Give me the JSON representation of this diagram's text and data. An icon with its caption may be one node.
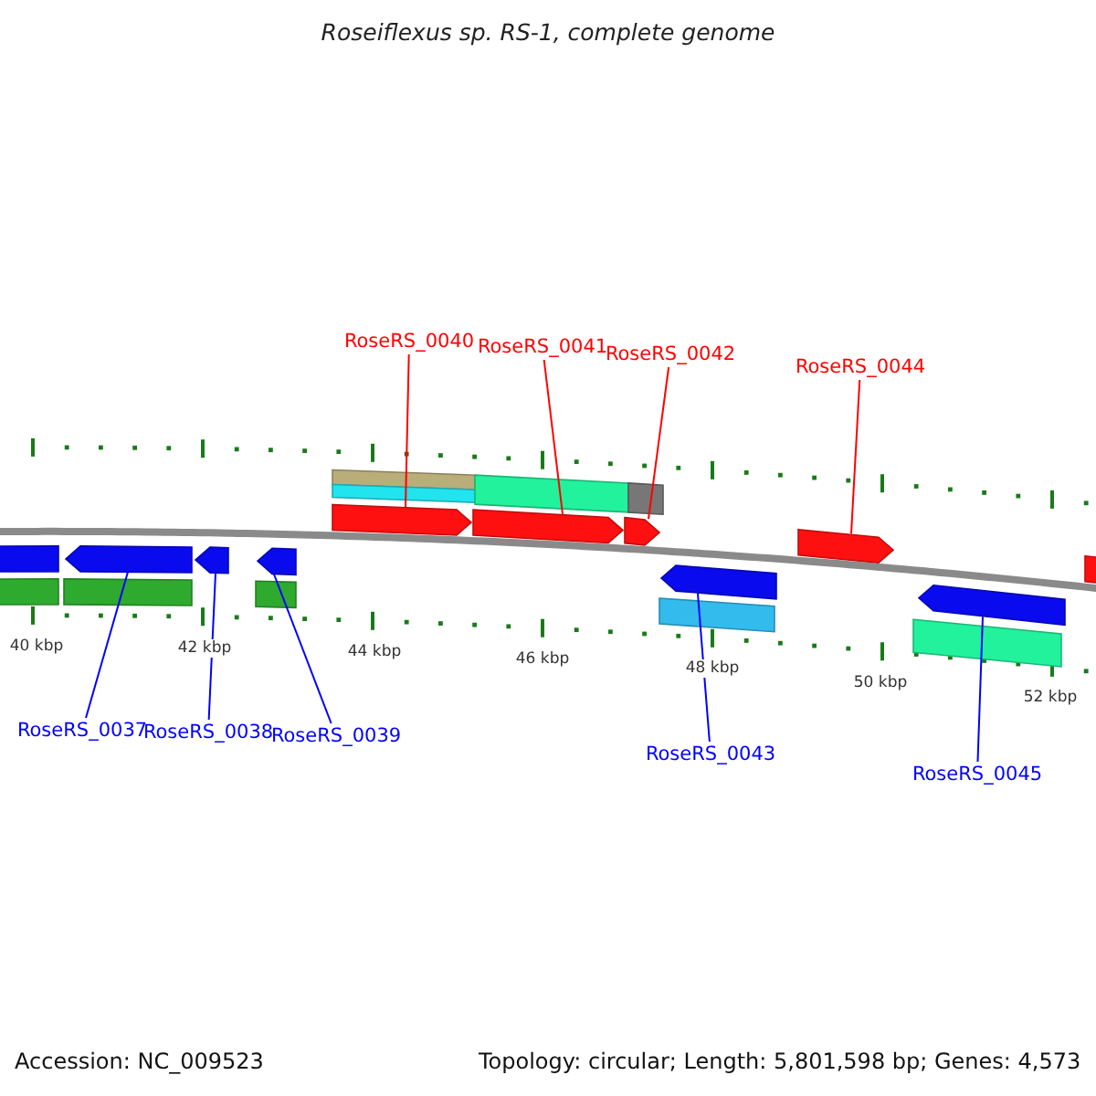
{
  "diagram": {
    "title": "Roseiflexus sp. RS-1, complete genome",
    "nodes": [
      {
        "text": [
          "RoseRS_0040"
        ]
      },
      {
        "text": [
          "RoseRS_0041"
        ]
      },
      {
        "text": [
          "RoseRS_0042"
        ]
      },
      {
        "text": [
          "RoseRS_0044"
        ]
      },
      {
        "text": [
          "RoseRS_0037"
        ]
      },
      {
        "text": [
          "RoseRS_0038"
        ]
      },
      {
        "text": [
          "RoseRS_0039"
        ]
      },
      {
        "text": [
          "RoseRS_0043"
        ]
      },
      {
        "text": [
          "RoseRS_0045"
        ]
      },
      {
        "text": [],
        "shape": "bar"
      },
      {
        "text": [],
        "shape": "bar"
      },
      {
        "text": [],
        "shape": "bar"
      },
      {
        "text": [],
        "shape": "bar"
      },
      {
        "text": [],
        "shape": "arrow"
      },
      {
        "text": [],
        "shape": "arrow"
      },
      {
        "text": [],
        "shape": "arrow"
      },
      {
        "text": [],
        "shape": "arrow"
      },
      {
        "text": [],
        "shape": "bar"
      },
      {
        "text": [],
        "shape": "bar"
      },
      {
        "text": [],
        "shape": "arrow"
      },
      {
        "text": [],
        "shape": "arrow"
      },
      {
        "text": [],
        "shape": "arrow"
      },
      {
        "text": [],
        "shape": "arrow"
      },
      {
        "text": [],
        "shape": "arrow"
      },
      {
        "text": [],
        "shape": "bar"
      },
      {
        "text": [],
        "shape": "bar"
      },
      {
        "text": [],
        "shape": "bar"
      },
      {
        "text": [],
        "shape": "bar"
      },
      {
        "text": [],
        "shape": "bar"
      }
    ],
    "edges": [
      {
        "from": 0,
        "to": 13,
        "arrow": "none",
        "color": "#ff0000"
      },
      {
        "from": 1,
        "to": 14,
        "arrow": "none",
        "color": "#ff0000"
      },
      {
        "from": 2,
        "to": 15,
        "arrow": "none",
        "color": "#ff0000"
      },
      {
        "from": 3,
        "to": 16,
        "arrow": "none",
        "color": "#ff0000"
      },
      {
        "from": 4,
        "to": 19,
        "arrow": "none"
      },
      {
        "from": 5,
        "to": 20,
        "arrow": "none"
      },
      {
        "from": 6,
        "to": 21,
        "arrow": "none"
      },
      {
        "from": 7,
        "to": 22,
        "arrow": "none"
      },
      {
        "from": 8,
        "to": 23,
        "arrow": "none"
      }
    ],
    "labels": [
      "40 kbp",
      "42 kbp",
      "44 kbp",
      "46 kbp",
      "48 kbp",
      "50 kbp",
      "52 kbp",
      "Accession: NC_009523",
      "Topology: circular; Length: 5,801,598 bp; Genes: 4,573"
    ]
  }
}
